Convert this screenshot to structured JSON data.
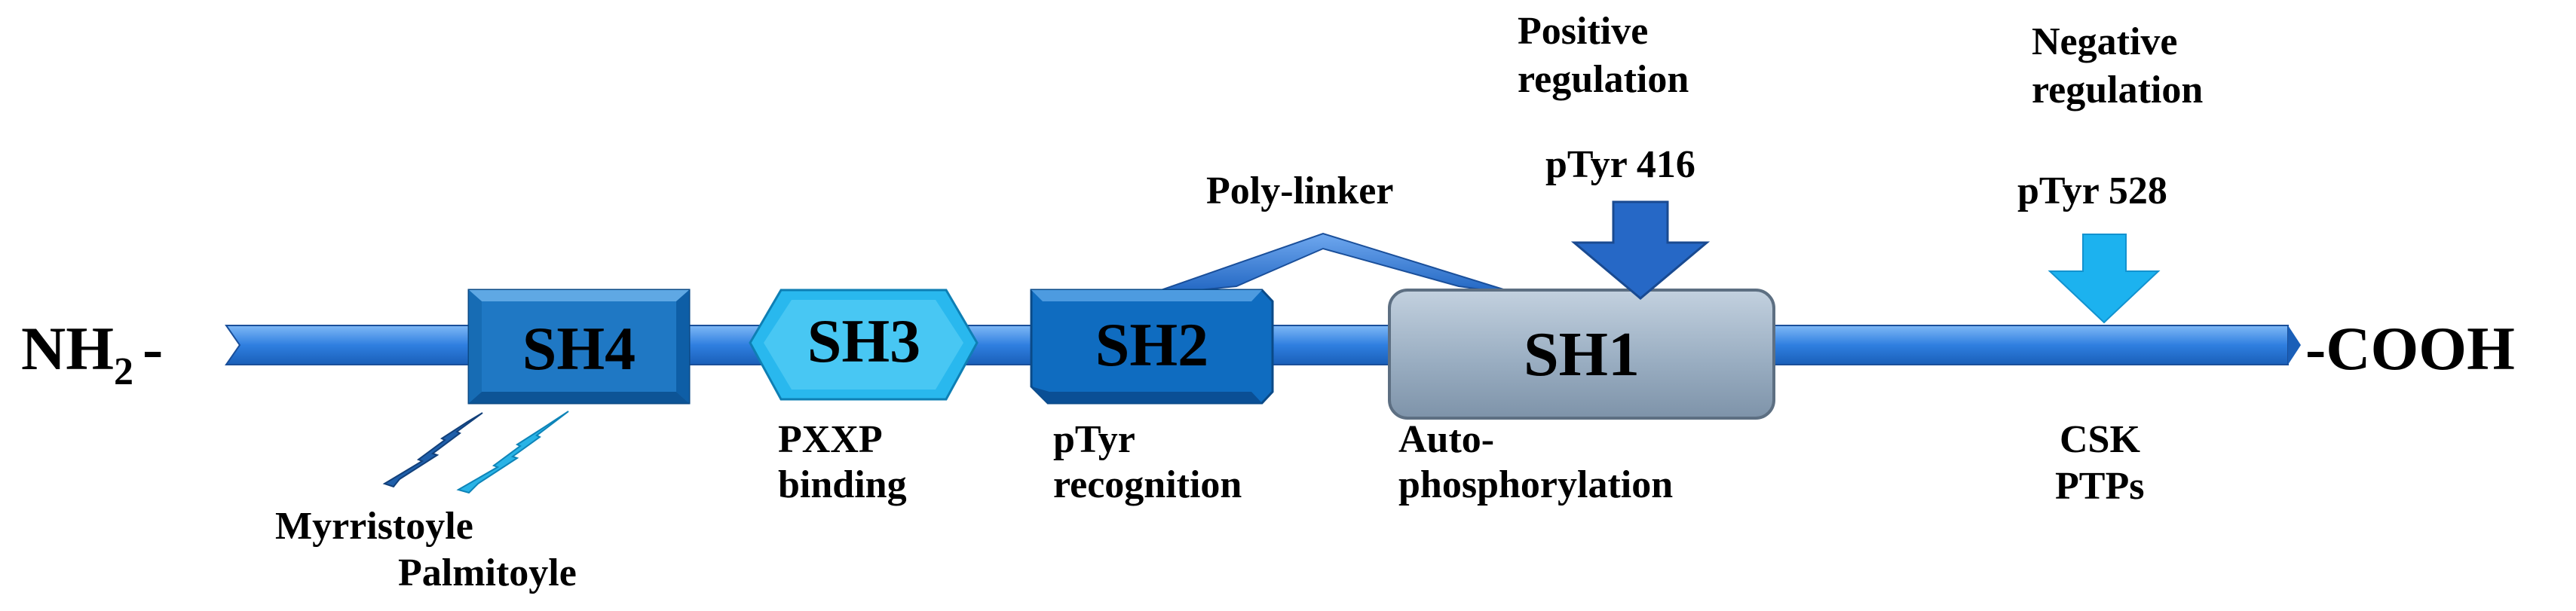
{
  "diagram": {
    "terminal_n": "NH",
    "terminal_n_sub": "2",
    "terminal_n_dash": "-",
    "terminal_c": "-COOH",
    "domains": {
      "sh4": "SH4",
      "sh3": "SH3",
      "sh2": "SH2",
      "sh1": "SH1"
    },
    "labels": {
      "myristoyle": "Myrristoyle",
      "palmitoyle": "Palmitoyle",
      "pxxp_line1": "PXXP",
      "pxxp_line2": "binding",
      "ptyr_rec_line1": "pTyr",
      "ptyr_rec_line2": "recognition",
      "auto_line1": "Auto-",
      "auto_line2": "phosphorylation",
      "polylinker": "Poly-linker",
      "pos_line1": "Positive",
      "pos_line2": "regulation",
      "ptyr416": "pTyr 416",
      "neg_line1": "Negative",
      "neg_line2": "regulation",
      "ptyr528": "pTyr 528",
      "csk": "CSK",
      "ptps": "PTPs"
    },
    "colors": {
      "backbone": "#2f7fe0",
      "sh4": "#1f78c4",
      "sh3": "#29b8ee",
      "sh2": "#0f6cc0",
      "sh1": "#9aaec2",
      "arrow_pos": "#2668c6",
      "arrow_neg": "#1cb2ef"
    }
  }
}
